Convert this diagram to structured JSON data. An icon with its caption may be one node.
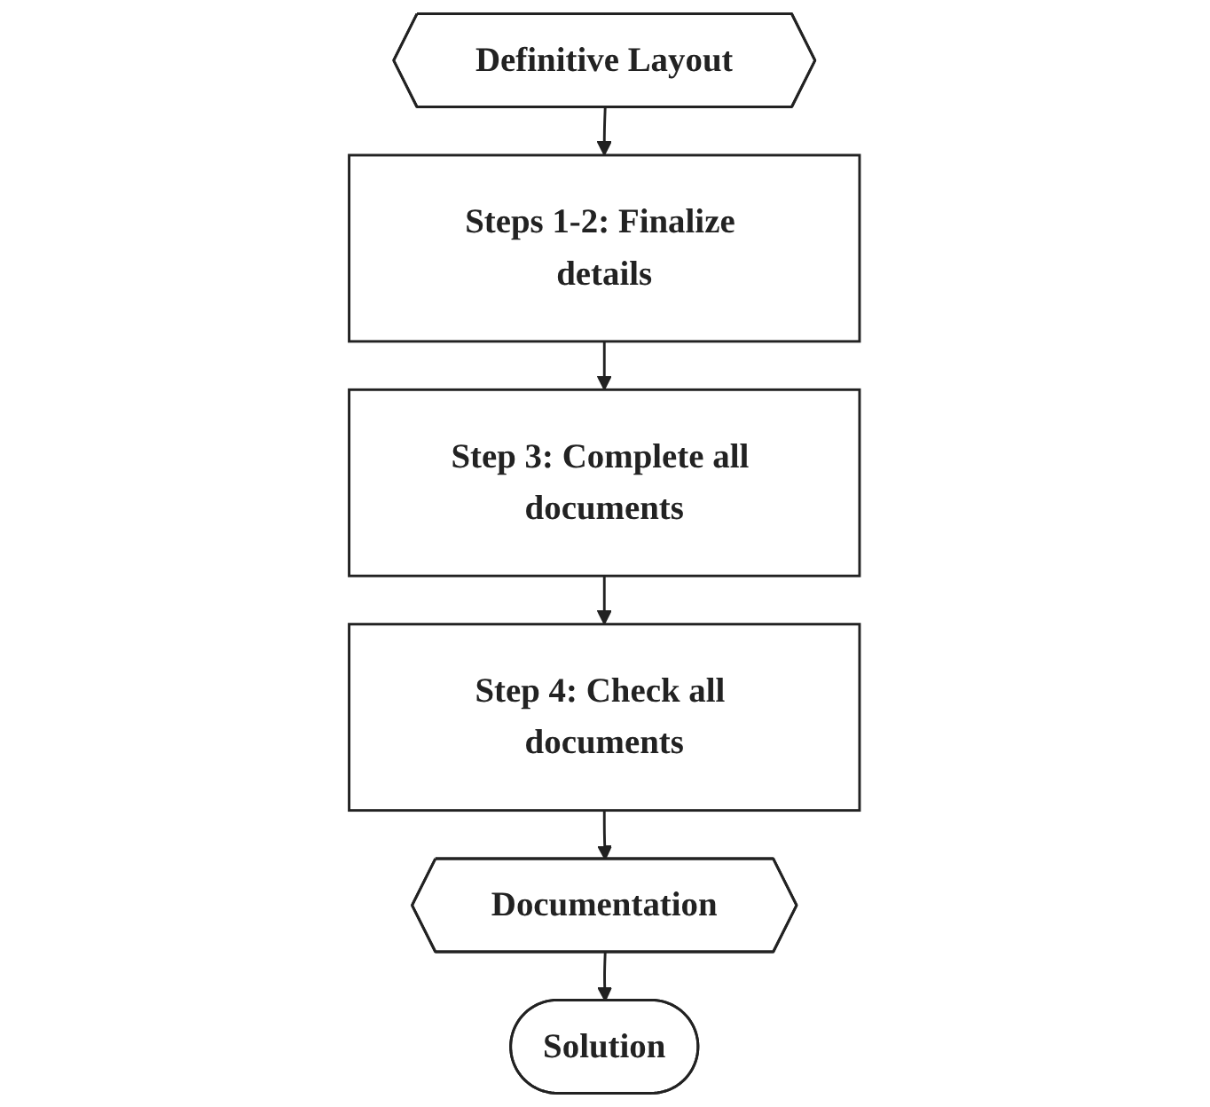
{
  "diagram": {
    "nodes": [
      {
        "text": [
          "Definitive Layout"
        ]
      },
      {
        "text": [
          "Steps 1-2: Finalize details"
        ]
      },
      {
        "text": [
          "Step 3: Complete all documents"
        ]
      },
      {
        "text": [
          "Step 4: Check all documents"
        ]
      },
      {
        "text": [
          "Documentation"
        ]
      },
      {
        "text": [
          "Solution"
        ]
      }
    ],
    "edges": [
      {
        "from": 0,
        "to": 1,
        "arrow": "to"
      },
      {
        "from": 1,
        "to": 2,
        "arrow": "to"
      },
      {
        "from": 2,
        "to": 3,
        "arrow": "to"
      },
      {
        "from": 3,
        "to": 4,
        "arrow": "to"
      },
      {
        "from": 4,
        "to": 5,
        "arrow": "to"
      }
    ]
  }
}
